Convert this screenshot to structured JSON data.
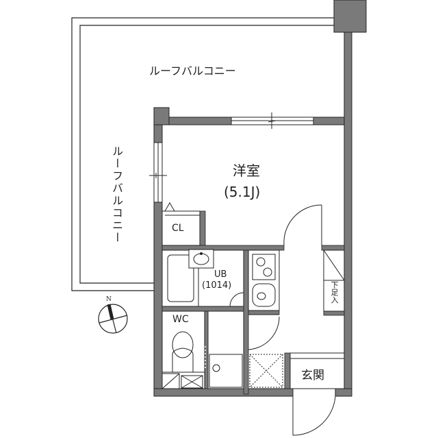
{
  "colors": {
    "wall": "#7a7a7a",
    "line": "#222222",
    "background": "#ffffff"
  },
  "labels": {
    "roof_balcony_top": "ルーフバルコニー",
    "roof_balcony_left": "ルーフバルコニー",
    "western_room": "洋室",
    "western_room_size": "(5.1J)",
    "closet": "CL",
    "unit_bath": "UB",
    "unit_bath_size": "(1014)",
    "toilet": "WC",
    "shoe_storage": "下足入",
    "entrance": "玄関",
    "compass_north": "N"
  }
}
